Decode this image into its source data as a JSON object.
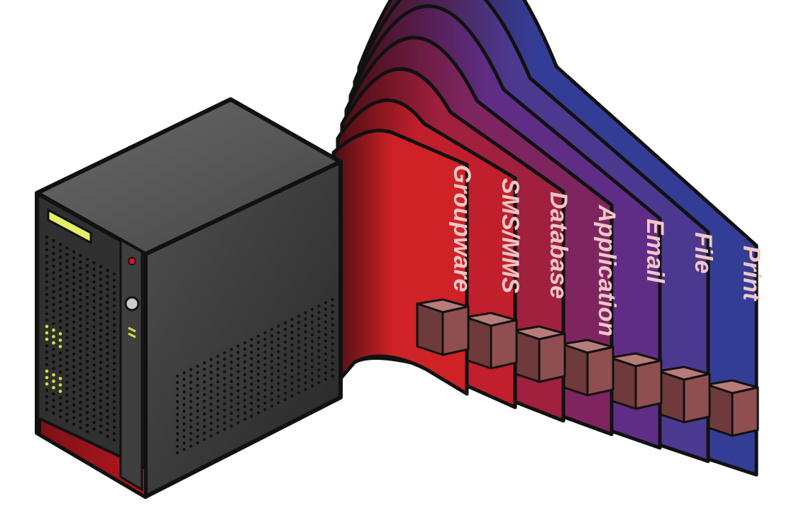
{
  "layers": [
    {
      "label": "Print",
      "color": "#343d96"
    },
    {
      "label": "File",
      "color": "#4b3990"
    },
    {
      "label": "Email",
      "color": "#5f2d86"
    },
    {
      "label": "Application",
      "color": "#7e2560"
    },
    {
      "label": "Database",
      "color": "#a0203e"
    },
    {
      "label": "SMS/MMS",
      "color": "#c01f2b"
    },
    {
      "label": "Groupware",
      "color": "#cf2226"
    }
  ],
  "colors": {
    "outline": "#111111",
    "server_top": "#5b5b5b",
    "server_front": "#303030",
    "server_side": "#3d3d3d",
    "server_base": "#b5181f",
    "display": "#e6f060",
    "led": "#d6e040",
    "power_light": "#e01020",
    "box_front": "#8f4f50",
    "box_top": "#b77c7a",
    "box_side": "#6f3a3c"
  },
  "icons": [
    "server-tower-icon",
    "storage-box-icon"
  ]
}
